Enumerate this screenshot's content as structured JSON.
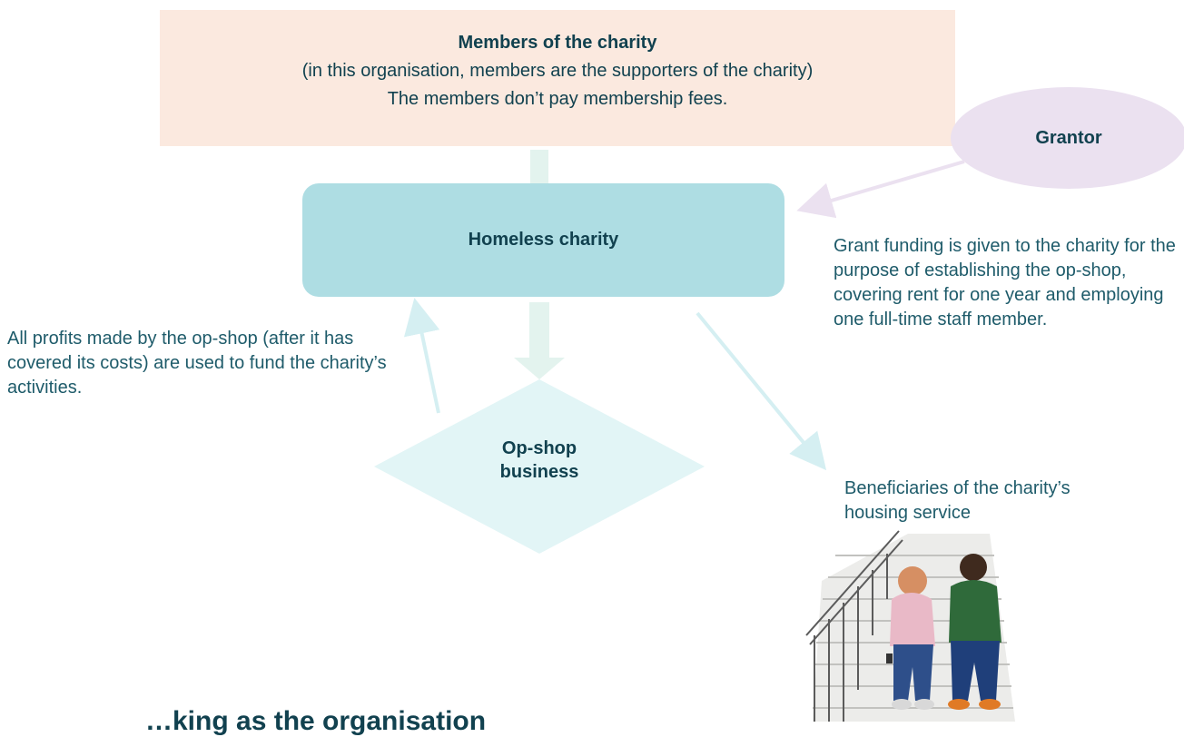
{
  "members": {
    "title": "Members of the charity",
    "line1": "(in this organisation, members are the supporters of the charity)",
    "line2": "The members don’t pay membership fees."
  },
  "charity": {
    "label": "Homeless charity"
  },
  "grantor": {
    "label": "Grantor",
    "note": "Grant funding is given to the charity for the purpose of establishing the op-shop, covering rent for one year and employing one full-time staff member."
  },
  "opshop": {
    "label_line1": "Op-shop",
    "label_line2": "business",
    "profit_note": "All profits made by the op-shop (after it has covered its costs) are used to fund the charity’s activities."
  },
  "beneficiaries": {
    "label": "Beneficiaries of the charity’s housing service",
    "illustration": "two-people-sitting-on-stairs"
  },
  "footer": {
    "heading": "…king as the organisation"
  },
  "colors": {
    "members_fill": "#fbe9df",
    "charity_fill": "#aedde3",
    "grantor_fill": "#ebe1f0",
    "opshop_fill": "#e2f5f6",
    "text_dark": "#11414f",
    "text_teal": "#1e5b6a"
  }
}
